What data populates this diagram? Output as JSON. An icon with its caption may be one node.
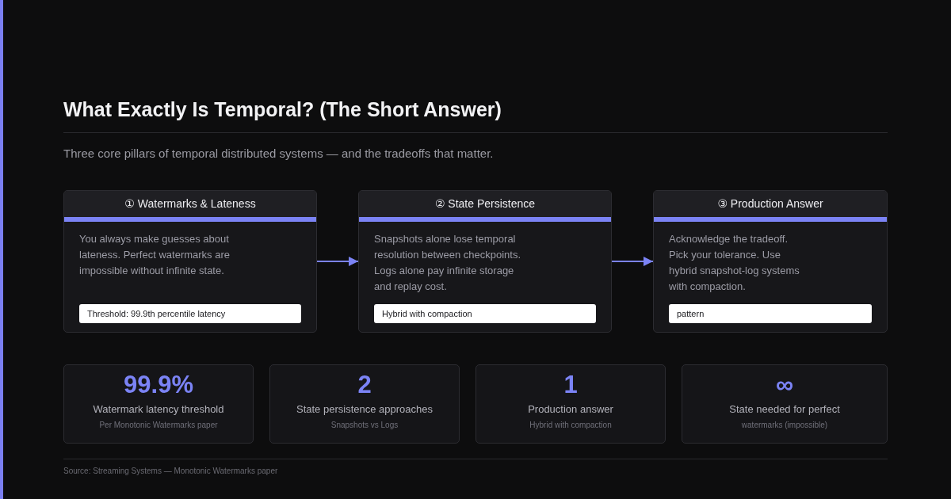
{
  "diagram": {
    "title": "What Exactly Is Temporal? (The Short Answer)",
    "nodes": [
      {
        "text": [
          "① Watermarks & Lateness",
          "You always make guesses about lateness. Perfect watermarks are impossible without infinite state."
        ]
      },
      {
        "text": [
          "Threshold: 99.9th percentile latency"
        ],
        "in": 0
      },
      {
        "text": [
          "② State Persistence",
          "Snapshots alone lose temporal resolution between checkpoints. Logs alone pay infinite storage and replay cost."
        ]
      },
      {
        "text": [
          "Hybrid with compaction"
        ],
        "in": 2
      },
      {
        "text": [
          "③ Production Answer",
          "Acknowledge the tradeoff. Pick your tolerance. Use hybrid snapshot-log systems with compaction."
        ]
      },
      {
        "text": [
          "pattern"
        ],
        "in": 4
      },
      {
        "text": [
          "99.9%",
          "Watermark latency threshold",
          "Per Monotonic Watermarks paper"
        ]
      },
      {
        "text": [
          "2",
          "State persistence approaches",
          "Snapshots vs Logs"
        ]
      },
      {
        "text": [
          "1",
          "Production answer",
          "Hybrid with compaction"
        ]
      },
      {
        "text": [
          "∞",
          "State needed for perfect",
          "watermarks (impossible)"
        ]
      }
    ],
    "edges": [
      {
        "from": 0,
        "to": 2,
        "arrow": "to"
      },
      {
        "from": 2,
        "to": 4,
        "arrow": "to"
      }
    ],
    "labels": [
      "Three core pillars of temporal distributed systems — and the tradeoffs that matter.",
      "Source: Streaming Systems — Monotonic Watermarks paper"
    ]
  }
}
